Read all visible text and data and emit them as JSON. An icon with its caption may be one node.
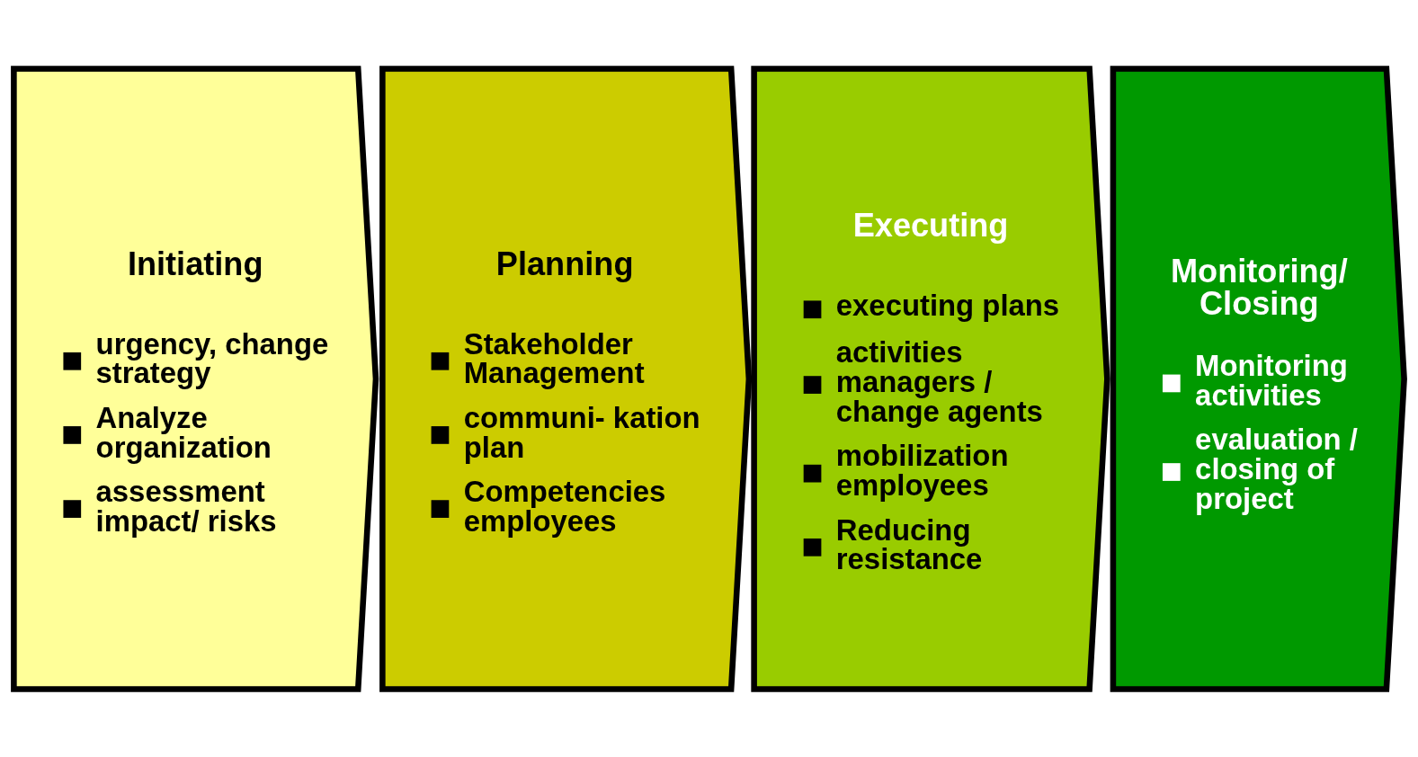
{
  "diagram": {
    "nodes": [
      {
        "text": [
          "Initiating",
          "urgency, change strategy",
          "Analyze organization",
          "assessment impact/ risks"
        ]
      },
      {
        "text": [
          "Planning",
          "Stakeholder Management",
          "communi- kation plan",
          "Competencies employees"
        ]
      },
      {
        "text": [
          "Executing",
          "executing plans",
          "activities managers / change agents",
          "mobilization employees",
          "Reducing resistance"
        ]
      },
      {
        "text": [
          "Monitoring/ Closing",
          "Monitoring activities",
          "evaluation / closing of project"
        ]
      }
    ],
    "edges": []
  }
}
